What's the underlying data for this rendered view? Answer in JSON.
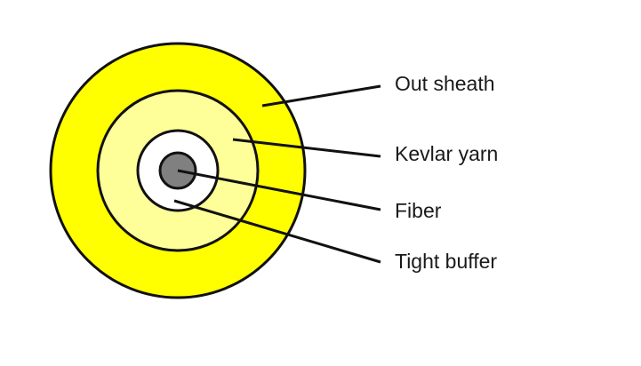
{
  "diagram": {
    "labels": {
      "out_sheath": "Out sheath",
      "kevlar_yarn": "Kevlar yarn",
      "fiber": "Fiber",
      "tight_buffer": "Tight buffer"
    },
    "colors": {
      "out_sheath": "#ffff00",
      "kevlar_yarn": "#ffff99",
      "tight_buffer": "#ffffff",
      "fiber": "#808080",
      "outline": "#111111"
    }
  }
}
